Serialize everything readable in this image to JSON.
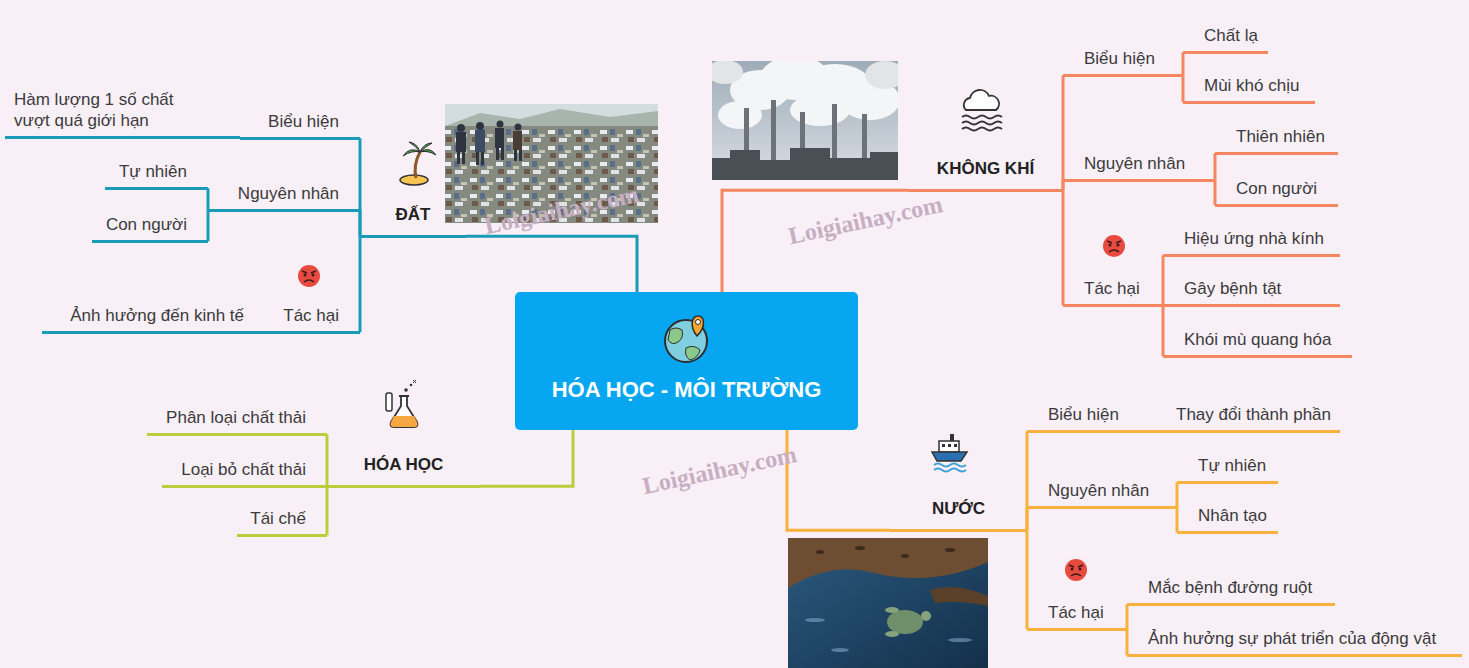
{
  "diagram": {
    "nodes": [
      {
        "text": [
          "HÓA HỌC - MÔI TRƯỜNG"
        ]
      },
      {
        "text": [
          "ĐẤT"
        ]
      },
      {
        "text": [
          "Biểu hiện"
        ]
      },
      {
        "text": [
          "Hàm lượng 1 số chất vượt quá giới hạn"
        ]
      },
      {
        "text": [
          "Nguyên nhân"
        ]
      },
      {
        "text": [
          "Tự nhiên"
        ]
      },
      {
        "text": [
          "Con người"
        ]
      },
      {
        "text": [
          "Tác hại"
        ]
      },
      {
        "text": [
          "Ảnh hưởng đến kinh tế"
        ]
      },
      {
        "text": [
          "KHÔNG KHÍ"
        ]
      },
      {
        "text": [
          "Biểu hiện"
        ]
      },
      {
        "text": [
          "Chất lạ"
        ]
      },
      {
        "text": [
          "Mùi khó chịu"
        ]
      },
      {
        "text": [
          "Nguyên nhân"
        ]
      },
      {
        "text": [
          "Thiên nhiên"
        ]
      },
      {
        "text": [
          "Con người"
        ]
      },
      {
        "text": [
          "Tác hại"
        ]
      },
      {
        "text": [
          "Hiệu ứng nhà kính"
        ]
      },
      {
        "text": [
          "Gây bệnh tật"
        ]
      },
      {
        "text": [
          "Khói mù quang hóa"
        ]
      },
      {
        "text": [
          "HÓA HỌC"
        ]
      },
      {
        "text": [
          "Phân loại chất thải"
        ]
      },
      {
        "text": [
          "Loại bỏ chất thải"
        ]
      },
      {
        "text": [
          "Tái chế"
        ]
      },
      {
        "text": [
          "NƯỚC"
        ]
      },
      {
        "text": [
          "Biểu hiện"
        ]
      },
      {
        "text": [
          "Thay đổi thành phần"
        ]
      },
      {
        "text": [
          "Nguyên nhân"
        ]
      },
      {
        "text": [
          "Tự nhiên"
        ]
      },
      {
        "text": [
          "Nhân tạo"
        ]
      },
      {
        "text": [
          "Tác hại"
        ]
      },
      {
        "text": [
          "Mắc bệnh đường ruột"
        ]
      },
      {
        "text": [
          "Ảnh hưởng sự phát triển của động vật"
        ]
      }
    ],
    "edges": [
      {
        "from": 0,
        "to": 1,
        "arrow": "none"
      },
      {
        "from": 1,
        "to": 2,
        "arrow": "none"
      },
      {
        "from": 2,
        "to": 3,
        "arrow": "none"
      },
      {
        "from": 1,
        "to": 4,
        "arrow": "none"
      },
      {
        "from": 4,
        "to": 5,
        "arrow": "none"
      },
      {
        "from": 4,
        "to": 6,
        "arrow": "none"
      },
      {
        "from": 1,
        "to": 7,
        "arrow": "none"
      },
      {
        "from": 7,
        "to": 8,
        "arrow": "none"
      },
      {
        "from": 0,
        "to": 9,
        "arrow": "none"
      },
      {
        "from": 9,
        "to": 10,
        "arrow": "none"
      },
      {
        "from": 10,
        "to": 11,
        "arrow": "none"
      },
      {
        "from": 10,
        "to": 12,
        "arrow": "none"
      },
      {
        "from": 9,
        "to": 13,
        "arrow": "none"
      },
      {
        "from": 13,
        "to": 14,
        "arrow": "none"
      },
      {
        "from": 13,
        "to": 15,
        "arrow": "none"
      },
      {
        "from": 9,
        "to": 16,
        "arrow": "none"
      },
      {
        "from": 16,
        "to": 17,
        "arrow": "none"
      },
      {
        "from": 16,
        "to": 18,
        "arrow": "none"
      },
      {
        "from": 16,
        "to": 19,
        "arrow": "none"
      },
      {
        "from": 0,
        "to": 20,
        "arrow": "none"
      },
      {
        "from": 20,
        "to": 21,
        "arrow": "none"
      },
      {
        "from": 20,
        "to": 22,
        "arrow": "none"
      },
      {
        "from": 20,
        "to": 23,
        "arrow": "none"
      },
      {
        "from": 0,
        "to": 24,
        "arrow": "none"
      },
      {
        "from": 24,
        "to": 25,
        "arrow": "none"
      },
      {
        "from": 25,
        "to": 26,
        "arrow": "none"
      },
      {
        "from": 24,
        "to": 27,
        "arrow": "none"
      },
      {
        "from": 27,
        "to": 28,
        "arrow": "none"
      },
      {
        "from": 27,
        "to": 29,
        "arrow": "none"
      },
      {
        "from": 24,
        "to": 30,
        "arrow": "none"
      },
      {
        "from": 30,
        "to": 31,
        "arrow": "none"
      },
      {
        "from": 30,
        "to": 32,
        "arrow": "none"
      }
    ],
    "labels": [
      "Loigiaihay.com",
      "Loigiaihay.com",
      "Loigiaihay.com"
    ]
  }
}
